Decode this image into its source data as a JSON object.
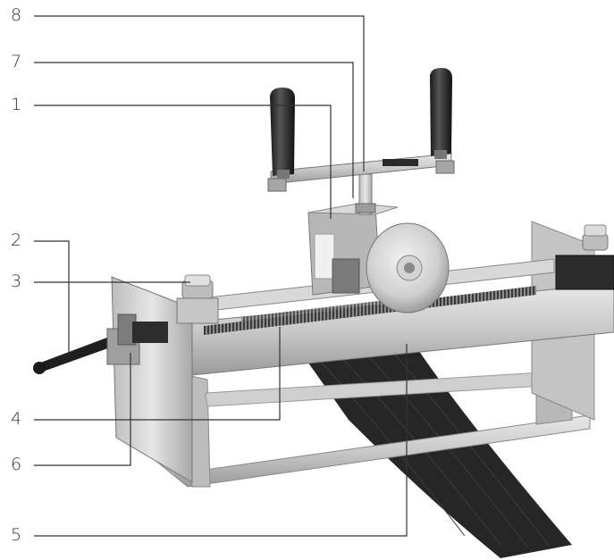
{
  "callouts": [
    {
      "label": "8"
    },
    {
      "label": "7"
    },
    {
      "label": "1"
    },
    {
      "label": "2"
    },
    {
      "label": "3"
    },
    {
      "label": "4"
    },
    {
      "label": "6"
    },
    {
      "label": "5"
    }
  ]
}
